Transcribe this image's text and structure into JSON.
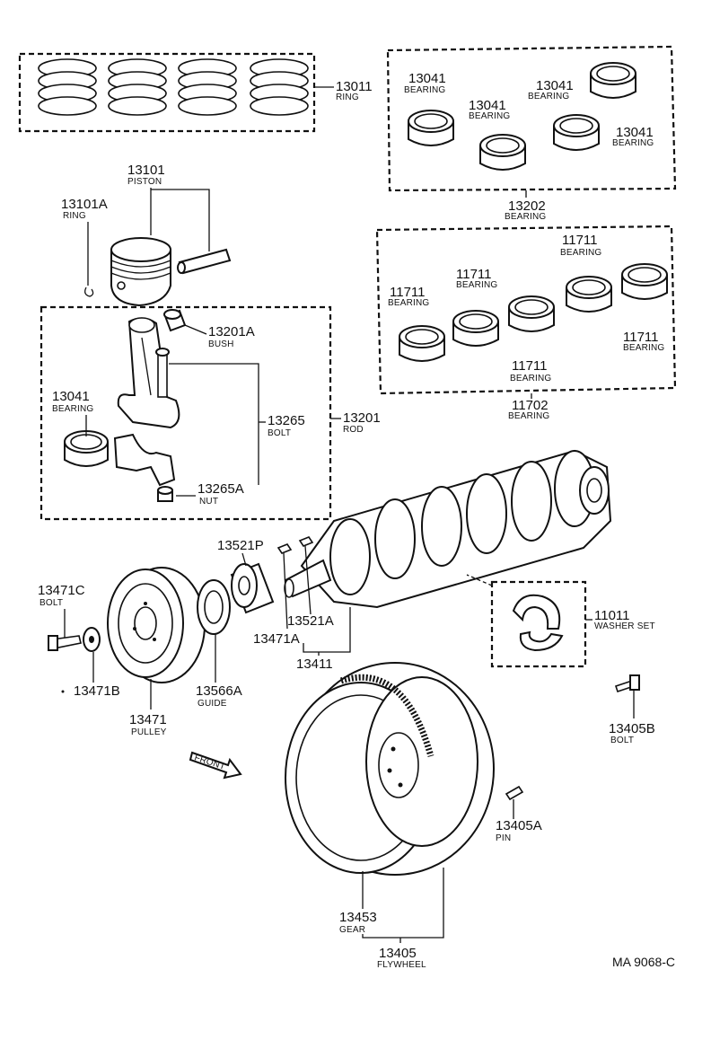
{
  "parts": {
    "ring_set": {
      "number": "13011",
      "name": "RING"
    },
    "piston": {
      "number": "13101",
      "name": "PISTON"
    },
    "piston_ring": {
      "number": "13101A",
      "name": "RING"
    },
    "bearing_set_top": {
      "number": "13202",
      "name": "BEARING"
    },
    "conrod_bearing_1": {
      "number": "13041",
      "name": "BEARING"
    },
    "conrod_bearing_2": {
      "number": "13041",
      "name": "BEARING"
    },
    "conrod_bearing_3": {
      "number": "13041",
      "name": "BEARING"
    },
    "conrod_bearing_4": {
      "number": "13041",
      "name": "BEARING"
    },
    "main_bearing_set": {
      "number": "11702",
      "name": "BEARING"
    },
    "main_bearing_1": {
      "number": "11711",
      "name": "BEARING"
    },
    "main_bearing_2": {
      "number": "11711",
      "name": "BEARING"
    },
    "main_bearing_3": {
      "number": "11711",
      "name": "BEARING"
    },
    "main_bearing_4": {
      "number": "11711",
      "name": "BEARING"
    },
    "main_bearing_5": {
      "number": "11711",
      "name": "BEARING"
    },
    "bush": {
      "number": "13201A",
      "name": "BUSH"
    },
    "rod_bearing": {
      "number": "13041",
      "name": "BEARING"
    },
    "rod_bolt": {
      "number": "13265",
      "name": "BOLT"
    },
    "rod": {
      "number": "13201",
      "name": "ROD"
    },
    "rod_nut": {
      "number": "13265A",
      "name": "NUT"
    },
    "sprocket": {
      "number": "13521P"
    },
    "pulley_bolt": {
      "number": "13471C",
      "name": "BOLT"
    },
    "key_a": {
      "number": "13521A"
    },
    "key_b": {
      "number": "13471A"
    },
    "crankshaft": {
      "number": "13411"
    },
    "washer_set": {
      "number": "11011",
      "name": "WASHER SET"
    },
    "washer": {
      "number": "13471B"
    },
    "guide": {
      "number": "13566A",
      "name": "GUIDE"
    },
    "pulley": {
      "number": "13471",
      "name": "PULLEY"
    },
    "flywheel_bolt": {
      "number": "13405B",
      "name": "BOLT"
    },
    "flywheel_pin": {
      "number": "13405A",
      "name": "PIN"
    },
    "ring_gear": {
      "number": "13453",
      "name": "GEAR"
    },
    "flywheel": {
      "number": "13405",
      "name": "FLYWHEEL"
    }
  },
  "front_label": "FRONT",
  "diagram_code": "MA 9068-C"
}
